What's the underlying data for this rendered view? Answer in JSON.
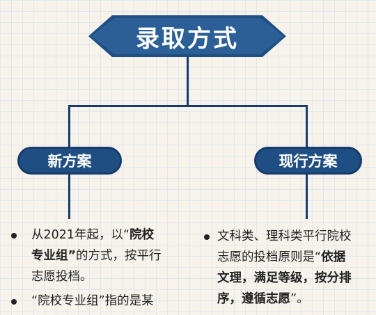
{
  "title": "录取方式",
  "branches": [
    {
      "label": "新方案",
      "items": [
        {
          "lines": [
            [
              {
                "t": "从2021年起，以“",
                "b": false
              },
              {
                "t": "院校",
                "b": true
              }
            ],
            [
              {
                "t": "专业组”",
                "b": true
              },
              {
                "t": "的方式，按平行",
                "b": false
              }
            ],
            [
              {
                "t": "志愿投档。",
                "b": false
              }
            ]
          ]
        },
        {
          "lines": [
            [
              {
                "t": "“院校专业组”指的是某",
                "b": false
              }
            ]
          ]
        }
      ]
    },
    {
      "label": "现行方案",
      "items": [
        {
          "lines": [
            [
              {
                "t": "文科类、理科类平行院校",
                "b": false
              }
            ],
            [
              {
                "t": "志愿的投档原则是“",
                "b": false
              },
              {
                "t": "依据",
                "b": true
              }
            ],
            [
              {
                "t": "文理，满足等级，按分排",
                "b": true
              }
            ],
            [
              {
                "t": "序，遵循志愿",
                "b": true
              },
              {
                "t": "”。",
                "b": false
              }
            ]
          ]
        }
      ]
    }
  ],
  "colors": {
    "primary": "#1f4f82",
    "line": "#163b6c",
    "background": "#f7f3ea",
    "grid": "#dfe7ee"
  }
}
